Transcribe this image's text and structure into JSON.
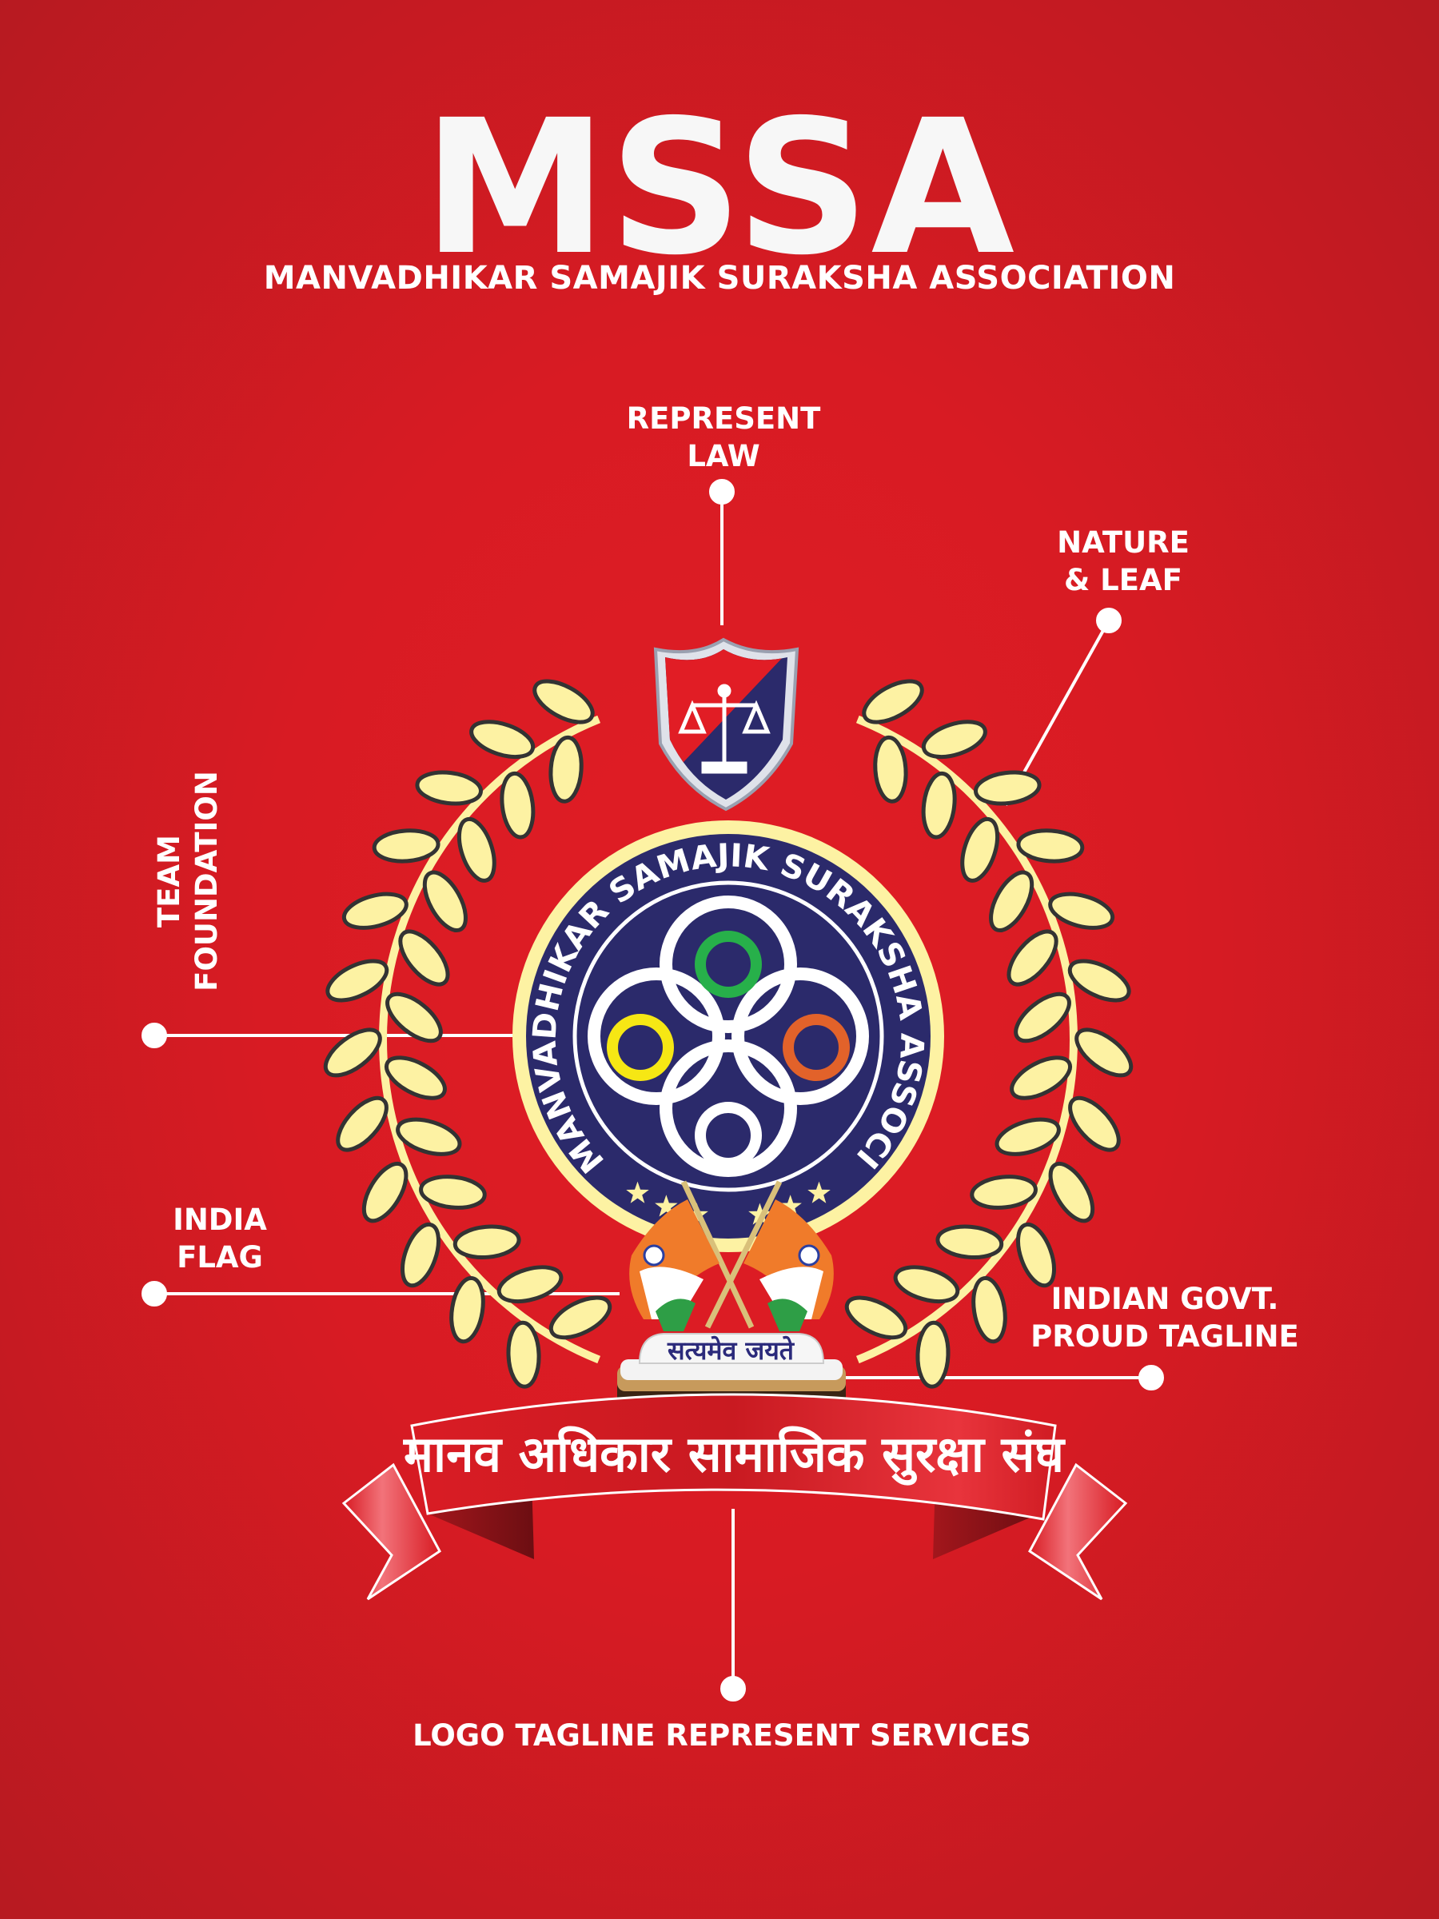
{
  "header": {
    "title": "MSSA",
    "subtitle": "MANVADHIKAR SAMAJIK SURAKSHA ASSOCIATION"
  },
  "callouts": {
    "represent_law": [
      "REPRESENT",
      "LAW"
    ],
    "nature_leaf": [
      "NATURE",
      "& LEAF"
    ],
    "team_foundation": [
      "TEAM",
      "FOUNDATION"
    ],
    "india_flag": [
      "INDIA",
      "FLAG"
    ],
    "govt_tagline": [
      "INDIAN GOVT.",
      "PROUD TAGLINE"
    ],
    "logo_tagline": "LOGO TAGLINE REPRESENT SERVICES"
  },
  "emblem": {
    "ring_text": "MANVADHIKAR SAMAJIK SURAKSHA ASSOCIATION",
    "motto": "सत्यमेव जयते",
    "ribbon_text": "मानव अधिकार सामाजिक सुरक्षा संघ"
  },
  "colors": {
    "background": "#d81b23",
    "navy": "#2b2a6b",
    "laurel": "#fdf2a3",
    "green_ring": "#27b04a",
    "yellow_ring": "#f6e714",
    "orange_ring": "#e2622a"
  }
}
